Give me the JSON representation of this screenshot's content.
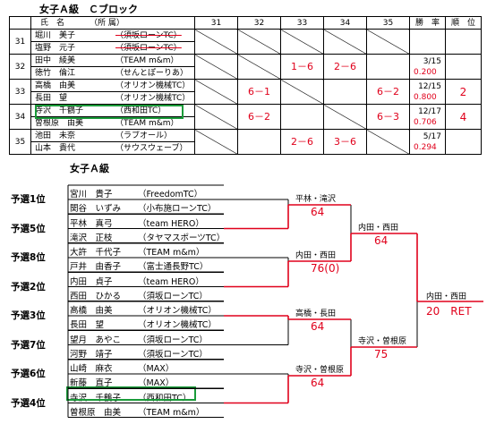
{
  "roundrobin": {
    "heading": "女子Ａ級　Ｃブロック",
    "header": {
      "name": "氏　名",
      "club": "（所 属）",
      "cols": [
        "31",
        "32",
        "33",
        "34",
        "35"
      ],
      "record": "勝　率",
      "rank": "順　位"
    },
    "rows": [
      {
        "idx": "31",
        "p1": "堀川　美子",
        "c1": "（須坂ローンTC）",
        "p2": "塩野　元子",
        "c2": "（須坂ローンTC）",
        "withdrawn": true,
        "cells": [
          "d",
          "d",
          "d",
          "d",
          "d"
        ],
        "record_top": "",
        "record_bot": "",
        "rank": ""
      },
      {
        "idx": "32",
        "p1": "田中　綾美",
        "c1": "（TEAM m&m）",
        "p2": "徳竹　倫江",
        "c2": "（せんとぽーりあ）",
        "withdrawn": false,
        "cells": [
          "d",
          "d",
          "1－6",
          "2－6",
          ""
        ],
        "record_top": "3/15",
        "record_bot": "0.200",
        "rank": ""
      },
      {
        "idx": "33",
        "p1": "高橋　由美",
        "c1": "（オリオン機械TC）",
        "p2": "長田　望",
        "c2": "（オリオン機械TC）",
        "withdrawn": false,
        "cells": [
          "d",
          "6－1",
          "d",
          "",
          "6－2"
        ],
        "record_top": "12/15",
        "record_bot": "0.800",
        "rank": "2"
      },
      {
        "idx": "34",
        "p1": "寺沢　千鶴子",
        "c1": "（西和田TC）",
        "p2": "曽根原　由美",
        "c2": "（TEAM m&m）",
        "withdrawn": false,
        "cells": [
          "d",
          "6－2",
          "",
          "d",
          "6－3"
        ],
        "record_top": "12/17",
        "record_bot": "0.706",
        "rank": "4"
      },
      {
        "idx": "35",
        "p1": "池田　未奈",
        "c1": "（ラブオール）",
        "p2": "山本　貴代",
        "c2": "（サウスウェーブ）",
        "withdrawn": false,
        "cells": [
          "d",
          "",
          "2－6",
          "3－6",
          "d"
        ],
        "record_top": "5/17",
        "record_bot": "0.294",
        "rank": ""
      }
    ]
  },
  "bracket": {
    "heading": "女子Ａ級",
    "entries": [
      {
        "seed": "予選1位",
        "p1": "宮川　貴子",
        "c1": "（FreedomTC）",
        "p2": "関谷　いずみ",
        "c2": "（小布施ローンTC）"
      },
      {
        "seed": "予選5位",
        "p1": "平林　真弓",
        "c1": "（team HERO）",
        "p2": "滝沢　正枝",
        "c2": "（タヤマスポーツTC）"
      },
      {
        "seed": "予選8位",
        "p1": "大許　千代子",
        "c1": "（TEAM m&m）",
        "p2": "戸井　由香子",
        "c2": "（富士通長野TC）"
      },
      {
        "seed": "予選2位",
        "p1": "内田　貞子",
        "c1": "（team HERO）",
        "p2": "西田　ひかる",
        "c2": "（須坂ローンTC）"
      },
      {
        "seed": "予選3位",
        "p1": "高橋　由美",
        "c1": "（オリオン機械TC）",
        "p2": "長田　望",
        "c2": "（オリオン機械TC）"
      },
      {
        "seed": "予選7位",
        "p1": "望月　あやこ",
        "c1": "（須坂ローンTC）",
        "p2": "河野　靖子",
        "c2": "（須坂ローンTC）"
      },
      {
        "seed": "予選6位",
        "p1": "山崎　麻衣",
        "c1": "（MAX）",
        "p2": "新藤　直子",
        "c2": "（MAX）"
      },
      {
        "seed": "予選4位",
        "p1": "寺沢　千鶴子",
        "c1": "（西和田TC）",
        "p2": "曽根原　由美",
        "c2": "（TEAM m&m）"
      }
    ],
    "r1": [
      {
        "label": "平林・滝沢",
        "score": "64"
      },
      {
        "label": "内田・西田",
        "score": "76(0)"
      },
      {
        "label": "高橋・長田",
        "score": "64"
      },
      {
        "label": "寺沢・曽根原",
        "score": "64"
      }
    ],
    "r2": [
      {
        "label": "内田・西田",
        "score": "64"
      },
      {
        "label": "寺沢・曽根原",
        "score": "75"
      }
    ],
    "final": {
      "label": "内田・西田",
      "score": "20　RET"
    }
  },
  "colors": {
    "score": "#e0001b",
    "highlight": "#1a9b3a"
  }
}
